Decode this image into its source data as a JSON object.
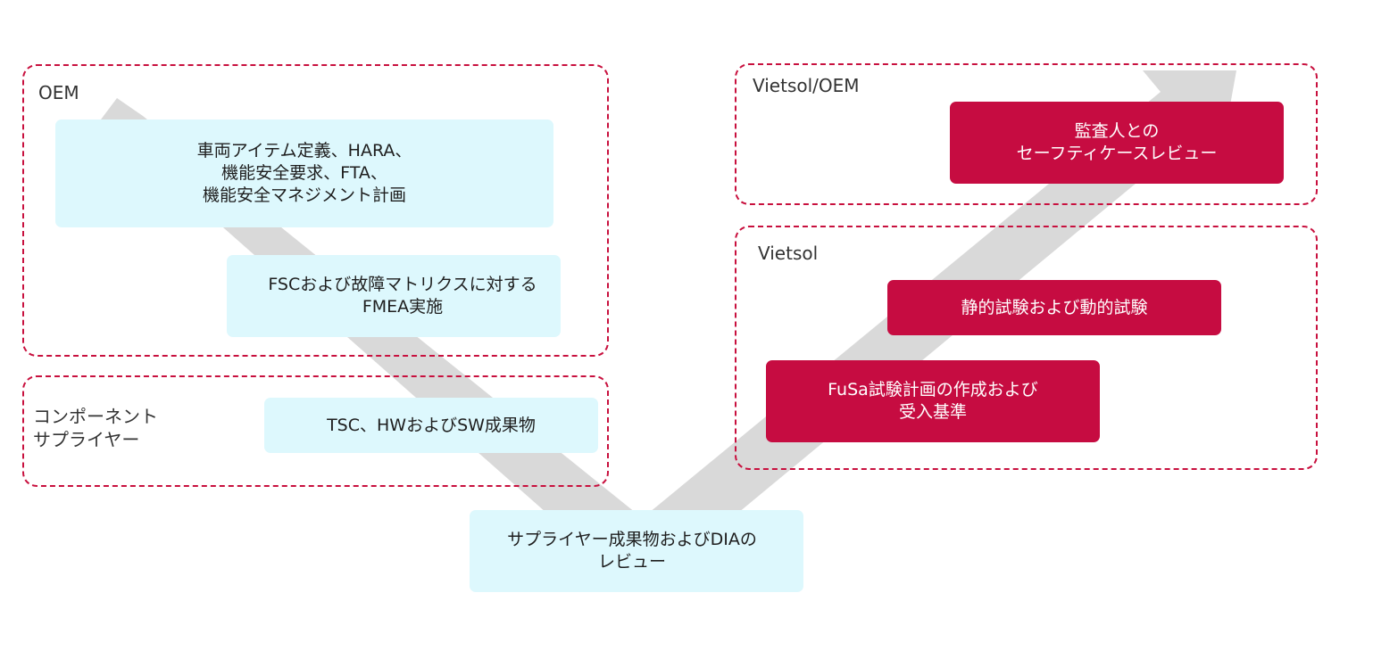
{
  "colors": {
    "group_border": "#c8103e",
    "light_box": "#ddf8fd",
    "red_box": "#c60c41",
    "arrow": "#d9d9d9"
  },
  "groups": {
    "oem": {
      "label": "OEM"
    },
    "component_supplier": {
      "label": "コンポーネント\nサプライヤー"
    },
    "vietsol_oem": {
      "label": "Vietsol/OEM"
    },
    "vietsol": {
      "label": "Vietsol"
    }
  },
  "boxes": {
    "item_definition": "車両アイテム定義、HARA、\n機能安全要求、FTA、\n機能安全マネジメント計画",
    "fmea": "FSCおよび故障マトリクスに対する\nFMEA実施",
    "tsc_deliverables": "TSC、HWおよびSW成果物",
    "supplier_review": "サプライヤー成果物およびDIAの\nレビュー",
    "test_plan": "FuSa試験計画の作成および\n受入基準",
    "static_dynamic_test": "静的試験および動的試験",
    "safety_case_review": "監査人との\nセーフティケースレビュー"
  },
  "icons": {
    "process_arrow": "v-shaped-process-arrow-icon"
  }
}
